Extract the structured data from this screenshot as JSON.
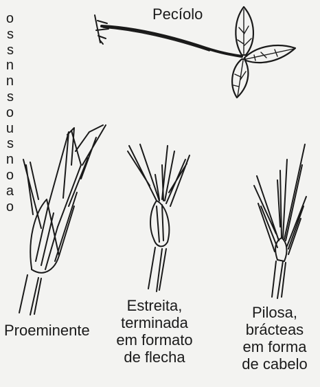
{
  "margin_fragments": [
    "o",
    "s",
    "s",
    "n",
    "n",
    "s",
    "o",
    "u",
    "s",
    "n",
    "o",
    "a",
    "o"
  ],
  "labels": {
    "peciolo": "Pecíolo",
    "proeminente": "Proeminente",
    "estreita": [
      "Estreita,",
      "terminada",
      "em formato",
      "de flecha"
    ],
    "pilosa": [
      "Pilosa,",
      "brácteas",
      "em forma",
      "de cabelo"
    ]
  },
  "colors": {
    "ink": "#1a1a1a",
    "paper": "#f3f3f1"
  }
}
